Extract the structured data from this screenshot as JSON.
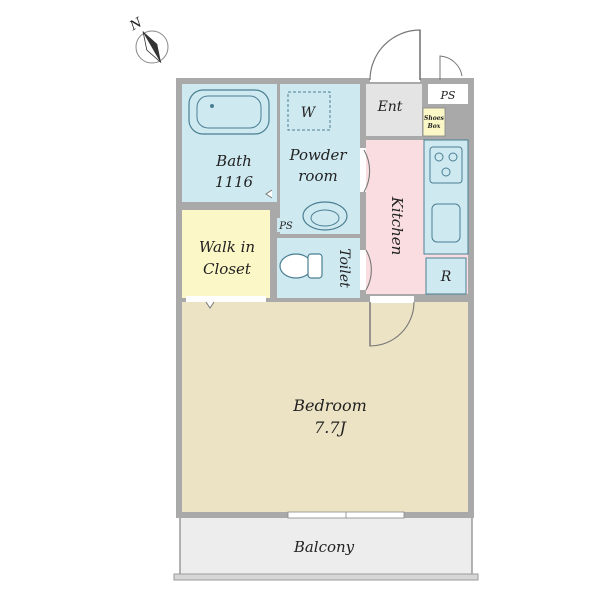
{
  "compass": {
    "north_label": "N",
    "icon": "north-arrow-icon"
  },
  "rooms": {
    "bath": {
      "line1": "Bath",
      "line2": "1116"
    },
    "powder_room": {
      "line1": "Powder",
      "line2": "room"
    },
    "washer": {
      "label": "W"
    },
    "entrance": {
      "label": "Ent"
    },
    "ps_top": {
      "label": "PS"
    },
    "shoes_box": {
      "line1": "Shoes",
      "line2": "Box"
    },
    "kitchen": {
      "label": "Kitchen"
    },
    "ps_mid": {
      "label": "PS"
    },
    "walk_in_closet": {
      "line1": "Walk in",
      "line2": "Closet"
    },
    "toilet": {
      "label": "Toilet"
    },
    "refrigerator": {
      "label": "R"
    },
    "bedroom": {
      "line1": "Bedroom",
      "line2": "7.7J"
    },
    "balcony": {
      "label": "Balcony"
    }
  },
  "colors": {
    "wall": "#a9a9a9",
    "wet_area": "#cfe9f1",
    "closet": "#fbf7c6",
    "kitchen": "#f9dde0",
    "bedroom": "#ece2c4",
    "entrance": "#e4e4e4",
    "balcony": "#ededed",
    "fixture_stroke": "#4a7f92"
  }
}
